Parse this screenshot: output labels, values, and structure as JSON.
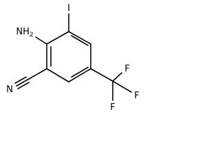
{
  "molecule": {
    "atoms": {
      "iodine": "I",
      "amine_n": "NH",
      "amine_h2": "2",
      "nitrile_n": "N",
      "fluorine_1": "F",
      "fluorine_2": "F",
      "fluorine_3": "F"
    }
  },
  "colors": {
    "bond": "#000000",
    "label": "#000000",
    "background": "#ffffff"
  }
}
